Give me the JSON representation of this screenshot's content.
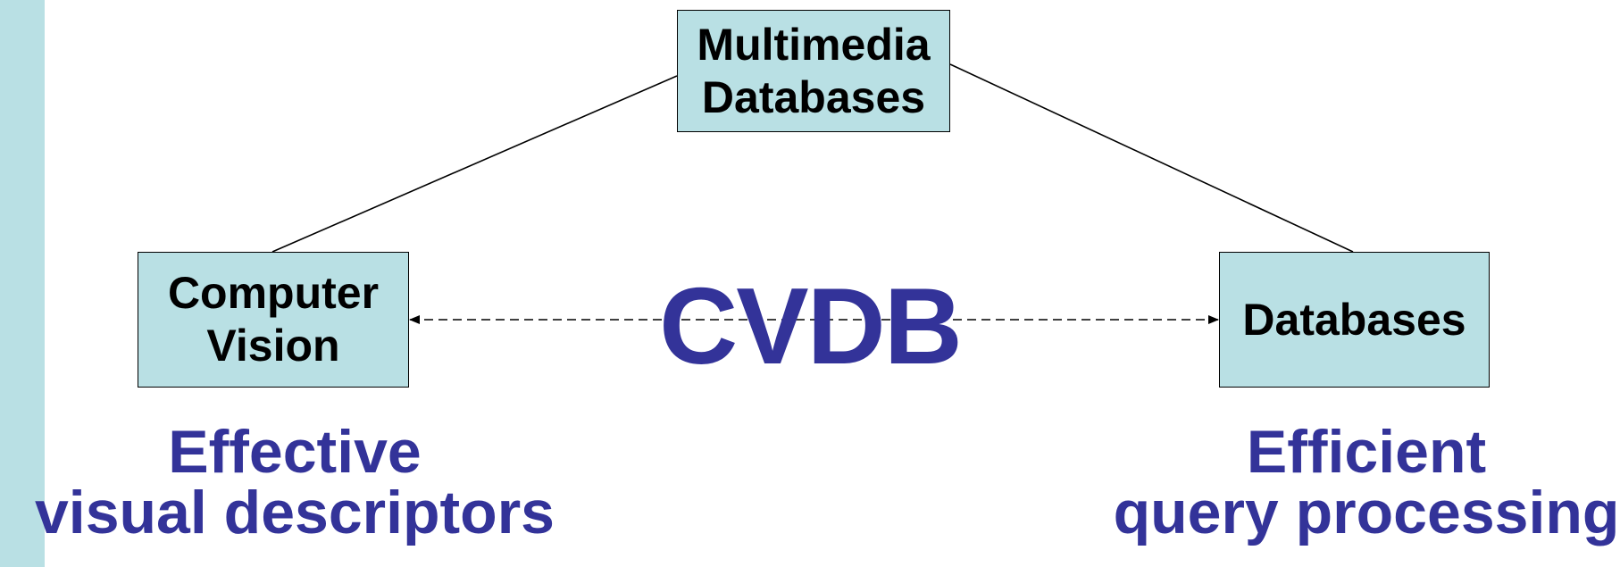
{
  "colors": {
    "box_fill": "#b9e0e4",
    "side_bar": "#b9e0e4",
    "accent_text": "#333399",
    "line": "#000000"
  },
  "nodes": {
    "multimedia_line1": "Multimedia",
    "multimedia_line2": "Databases",
    "cv_line1": "Computer",
    "cv_line2": "Vision",
    "db_label": "Databases"
  },
  "center_label": "CVDB",
  "captions": {
    "left_line1": "Effective",
    "left_line2": "visual descriptors",
    "right_line1": "Efficient",
    "right_line2": "query processing"
  },
  "edges": [
    {
      "from": "multimedia",
      "to": "computer-vision",
      "style": "solid"
    },
    {
      "from": "multimedia",
      "to": "databases",
      "style": "solid"
    },
    {
      "from": "computer-vision",
      "to": "databases",
      "style": "dashed",
      "arrows": "both"
    }
  ]
}
